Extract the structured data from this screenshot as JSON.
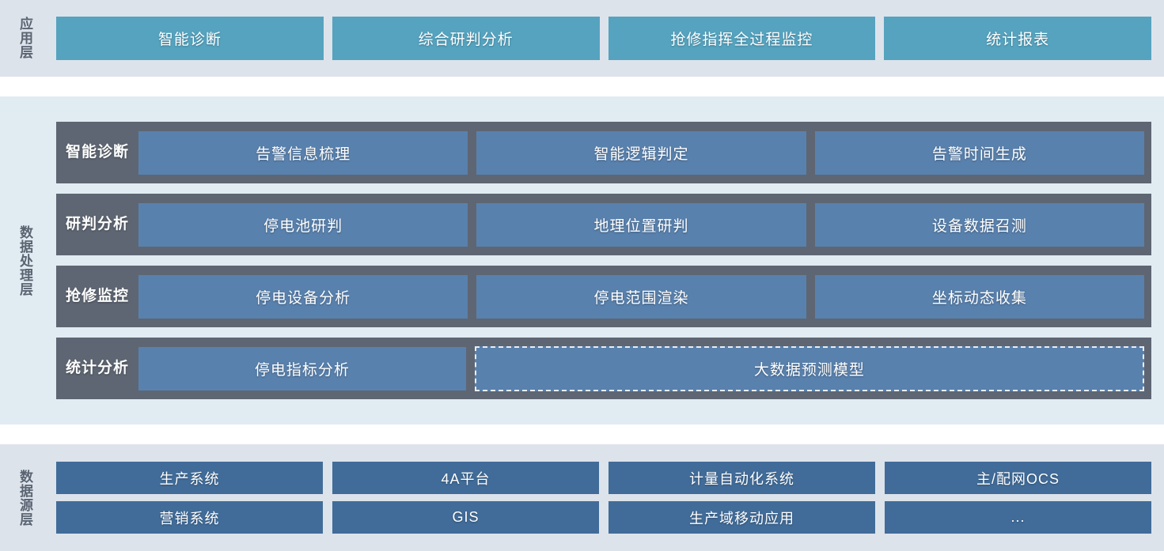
{
  "application_layer": {
    "label": "应用层",
    "cards": [
      {
        "label": "智能诊断"
      },
      {
        "label": "综合研判分析"
      },
      {
        "label": "抢修指挥全过程监控"
      },
      {
        "label": "统计报表"
      }
    ]
  },
  "data_processing_layer": {
    "label": "数据处理层",
    "rows": [
      {
        "label_line1": "智能",
        "label_line2": "诊断",
        "cards": [
          {
            "label": "告警信息梳理",
            "dashed": false
          },
          {
            "label": "智能逻辑判定",
            "dashed": false
          },
          {
            "label": "告警时间生成",
            "dashed": false
          }
        ]
      },
      {
        "label_line1": "研判",
        "label_line2": "分析",
        "cards": [
          {
            "label": "停电池研判",
            "dashed": false
          },
          {
            "label": "地理位置研判",
            "dashed": false
          },
          {
            "label": "设备数据召测",
            "dashed": false
          }
        ]
      },
      {
        "label_line1": "抢修",
        "label_line2": "监控",
        "cards": [
          {
            "label": "停电设备分析",
            "dashed": false
          },
          {
            "label": "停电范围渲染",
            "dashed": false
          },
          {
            "label": "坐标动态收集",
            "dashed": false
          }
        ]
      },
      {
        "label_line1": "统计",
        "label_line2": "分析",
        "cards": [
          {
            "label": "停电指标分析",
            "dashed": false
          },
          {
            "label": "大数据预测模型",
            "dashed": true
          }
        ]
      }
    ]
  },
  "data_source_layer": {
    "label": "数据源层",
    "rows": [
      [
        {
          "label": "生产系统"
        },
        {
          "label": "4A平台"
        },
        {
          "label": "计量自动化系统"
        },
        {
          "label": "主/配网OCS"
        }
      ],
      [
        {
          "label": "营销系统"
        },
        {
          "label": "GIS"
        },
        {
          "label": "生产域移动应用"
        },
        {
          "label": "..."
        }
      ]
    ]
  },
  "colors": {
    "application_card": "#55a3bf",
    "application_panel": "#dde3eb",
    "processing_panel": "#e0ecf2",
    "processing_row": "#5e6673",
    "processing_card": "#5981ad",
    "source_panel": "#dde3eb",
    "source_card": "#416c99",
    "label_text": "#5a6472",
    "card_text": "#ffffff"
  }
}
